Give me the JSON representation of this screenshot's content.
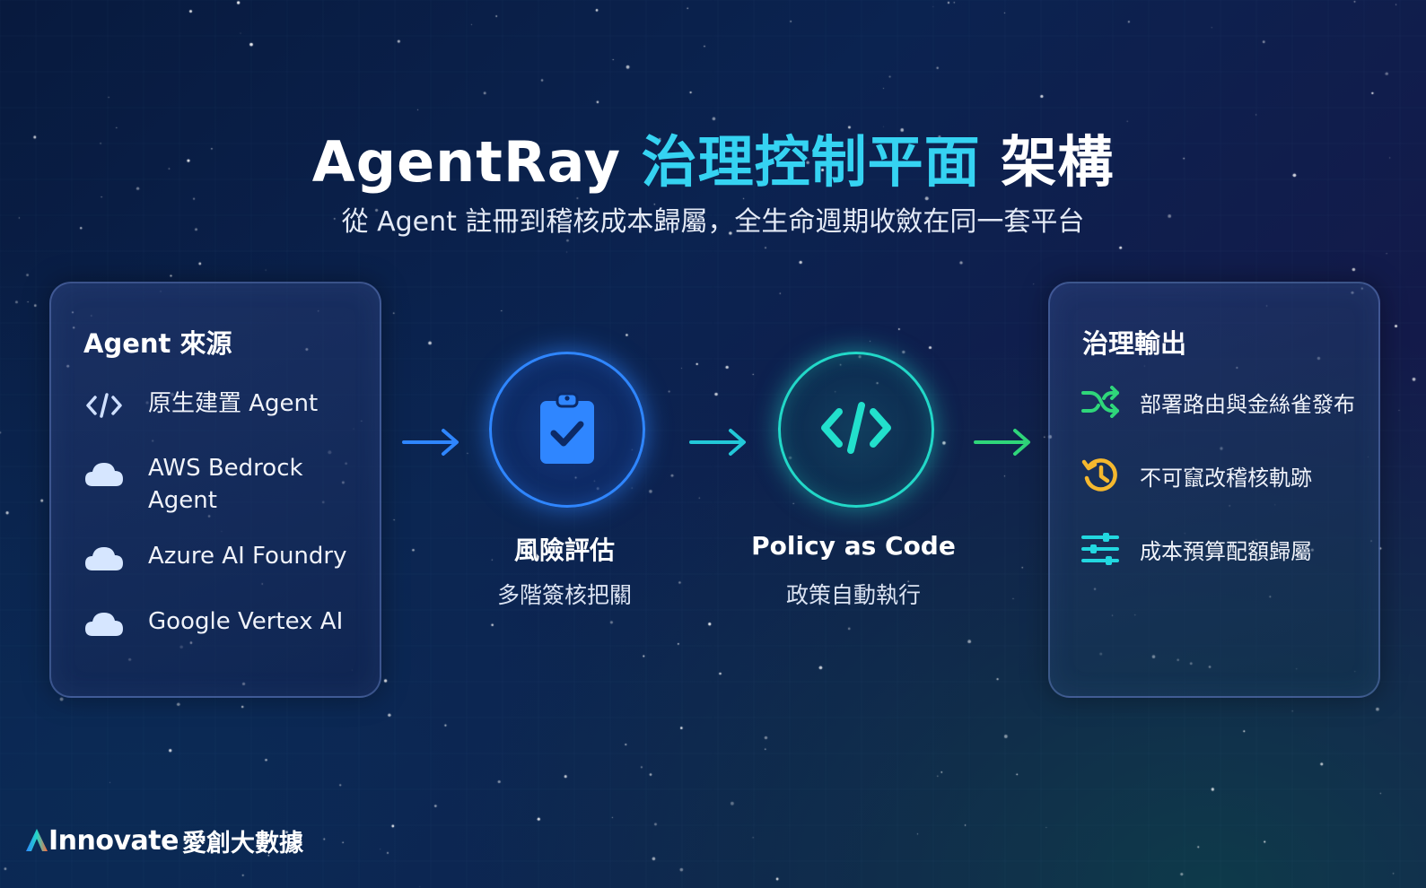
{
  "title": {
    "prefix": "AgentRay",
    "accent": "治理控制平面",
    "suffix": "架構"
  },
  "subtitle": "從 Agent 註冊到稽核成本歸屬，全生命週期收斂在同一套平台",
  "sources": {
    "heading": "Agent 來源",
    "items": [
      {
        "label": "原生建置 Agent",
        "icon": "code-icon"
      },
      {
        "label": "AWS Bedrock Agent",
        "icon": "cloud-icon"
      },
      {
        "label": "Azure AI Foundry",
        "icon": "cloud-icon"
      },
      {
        "label": "Google Vertex AI",
        "icon": "cloud-icon"
      }
    ]
  },
  "nodes": [
    {
      "title": "風險評估",
      "subtitle": "多階簽核把關",
      "icon": "clipboard-check-icon",
      "color": "#2f86ff"
    },
    {
      "title": "Policy as Code",
      "subtitle": "政策自動執行",
      "icon": "code-icon",
      "color": "#22d8c8"
    }
  ],
  "outputs": {
    "heading": "治理輸出",
    "items": [
      {
        "label": "部署路由與金絲雀發布",
        "icon": "shuffle-icon",
        "color": "#2fd67a"
      },
      {
        "label": "不可竄改稽核軌跡",
        "icon": "history-icon",
        "color": "#f5b82e"
      },
      {
        "label": "成本預算配額歸屬",
        "icon": "sliders-icon",
        "color": "#22d8e0"
      }
    ]
  },
  "arrow_colors": [
    "#2f86ff",
    "#22c8d8",
    "#2fd67a"
  ],
  "brand": {
    "name": "Innovate",
    "cn": "愛創大數據"
  }
}
